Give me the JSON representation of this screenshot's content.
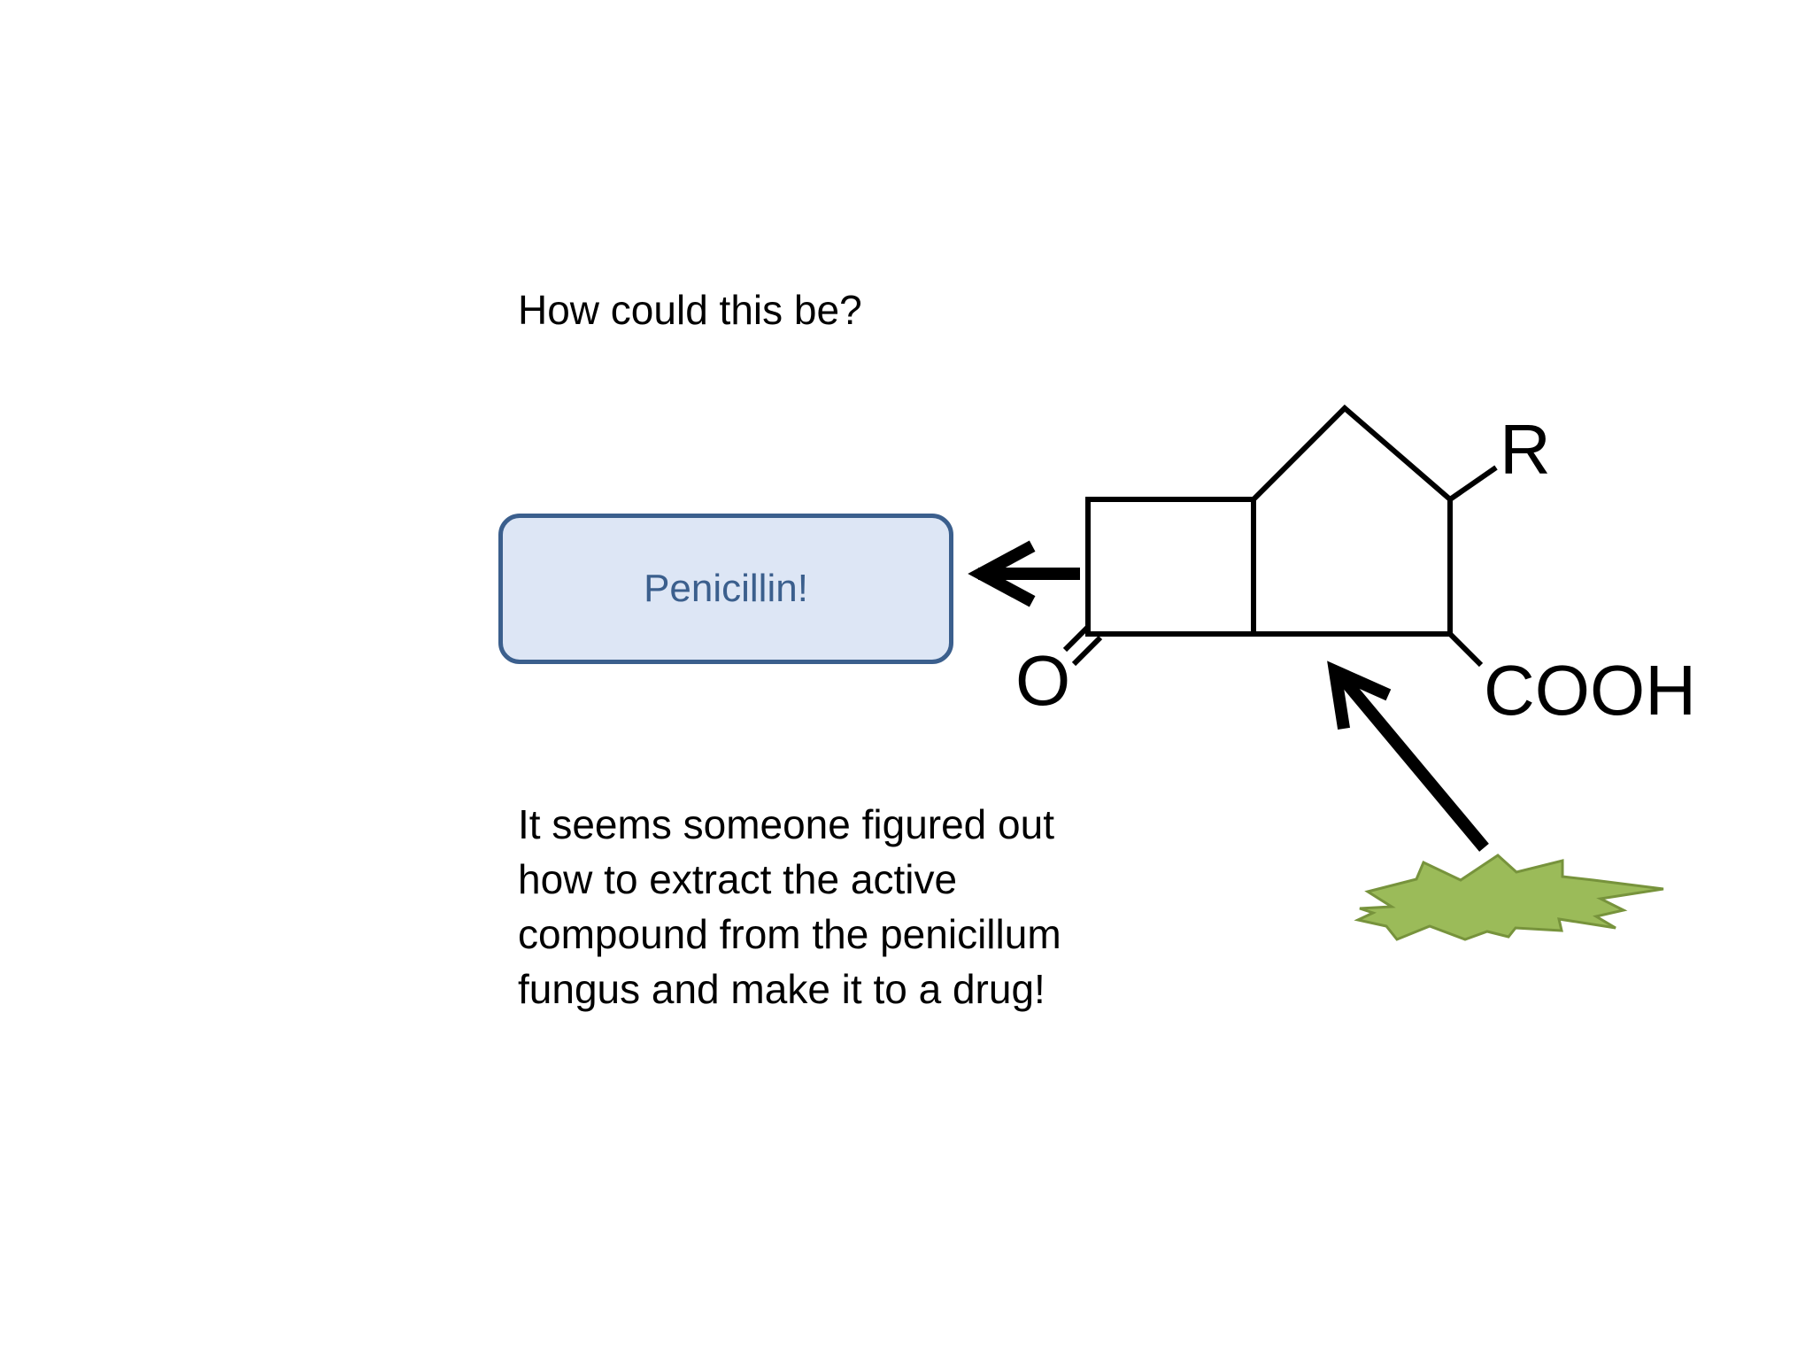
{
  "slide": {
    "question": "How could this be?",
    "result_box": {
      "label": "Penicillin!",
      "fill_color": "#dde6f5",
      "border_color": "#3b5f8d"
    },
    "explanation_lines": [
      "It seems someone figured out",
      "how to extract the active",
      "compound from the penicillum",
      "fungus and make it to a drug!"
    ],
    "molecule": {
      "labels": {
        "r_group": "R",
        "carbonyl_oxygen": "O",
        "carboxyl": "COOH"
      }
    },
    "fungus": {
      "icon": "fungus-splat-icon",
      "fill_color": "#9bbb59",
      "stroke_color": "#77933c"
    }
  }
}
